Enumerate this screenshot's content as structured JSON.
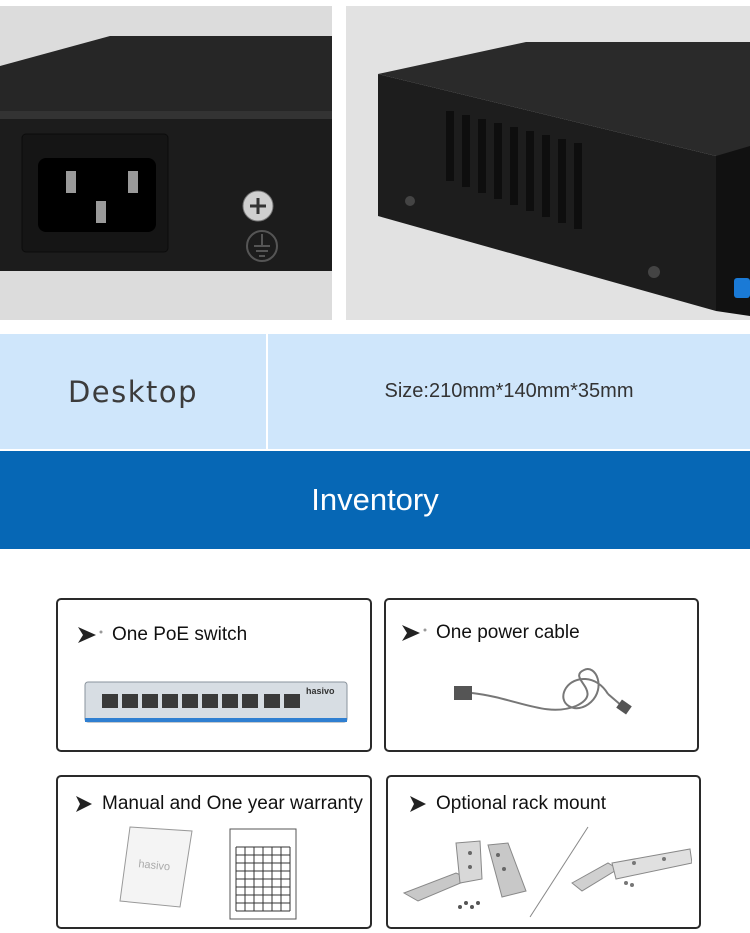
{
  "spec": {
    "label": "Desktop",
    "size": "Size:210mm*140mm*35mm"
  },
  "inventory": {
    "title": "Inventory",
    "items": [
      {
        "label": "One PoE switch",
        "icon": "poe-switch-image"
      },
      {
        "label": "One power cable",
        "icon": "power-cable-image"
      },
      {
        "label": "Manual and One year warranty",
        "icon": "manual-warranty-image"
      },
      {
        "label": "Optional rack mount",
        "icon": "rack-mount-image"
      }
    ]
  },
  "switch_logo": "hasivo",
  "manual_logo": "hasivo",
  "colors": {
    "banner": "#0667b5",
    "spec_bg": "#cfe6fb"
  }
}
